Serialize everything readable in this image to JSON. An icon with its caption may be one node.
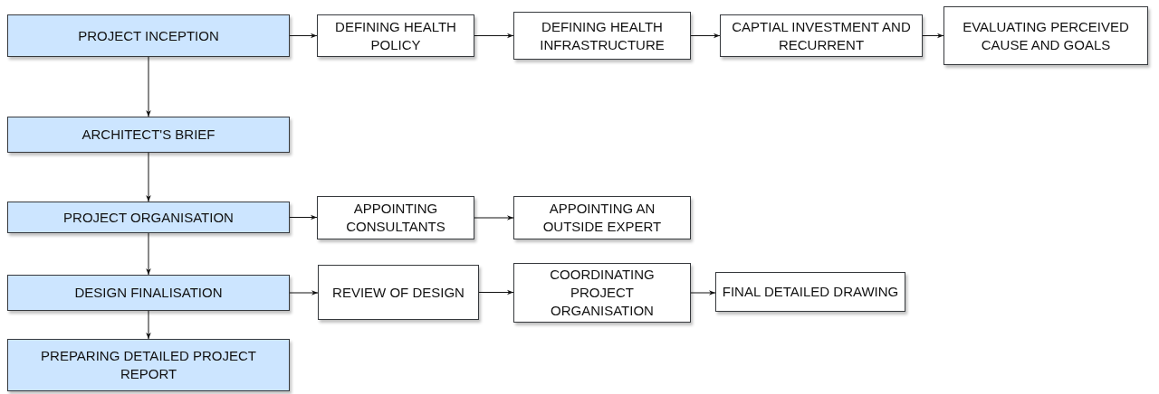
{
  "diagram": {
    "nodes": [
      {
        "text": [
          "PROJECT INCEPTION"
        ]
      },
      {
        "text": [
          "DEFINING HEALTH POLICY"
        ]
      },
      {
        "text": [
          "DEFINING HEALTH INFRASTRUCTURE"
        ]
      },
      {
        "text": [
          "CAPTIAL INVESTMENT AND RECURRENT"
        ]
      },
      {
        "text": [
          "EVALUATING PERCEIVED CAUSE AND GOALS"
        ]
      },
      {
        "text": [
          "ARCHITECT'S BRIEF"
        ]
      },
      {
        "text": [
          "PROJECT ORGANISATION"
        ]
      },
      {
        "text": [
          "APPOINTING CONSULTANTS"
        ]
      },
      {
        "text": [
          "APPOINTING AN OUTSIDE EXPERT"
        ]
      },
      {
        "text": [
          "DESIGN FINALISATION"
        ]
      },
      {
        "text": [
          "REVIEW OF DESIGN"
        ]
      },
      {
        "text": [
          "COORDINATING PROJECT ORGANISATION"
        ]
      },
      {
        "text": [
          "FINAL DETAILED DRAWING"
        ]
      },
      {
        "text": [
          "PREPARING DETAILED PROJECT REPORT"
        ]
      }
    ],
    "edges": [
      {
        "from": 0,
        "to": 1,
        "arrow": "to"
      },
      {
        "from": 1,
        "to": 2,
        "arrow": "to"
      },
      {
        "from": 2,
        "to": 3,
        "arrow": "to"
      },
      {
        "from": 3,
        "to": 4,
        "arrow": "to"
      },
      {
        "from": 0,
        "to": 5,
        "arrow": "to"
      },
      {
        "from": 5,
        "to": 6,
        "arrow": "to"
      },
      {
        "from": 6,
        "to": 7,
        "arrow": "to"
      },
      {
        "from": 7,
        "to": 8,
        "arrow": "to"
      },
      {
        "from": 6,
        "to": 9,
        "arrow": "to"
      },
      {
        "from": 9,
        "to": 10,
        "arrow": "to"
      },
      {
        "from": 10,
        "to": 11,
        "arrow": "to"
      },
      {
        "from": 11,
        "to": 12,
        "arrow": "to"
      },
      {
        "from": 9,
        "to": 13,
        "arrow": "to"
      }
    ]
  }
}
